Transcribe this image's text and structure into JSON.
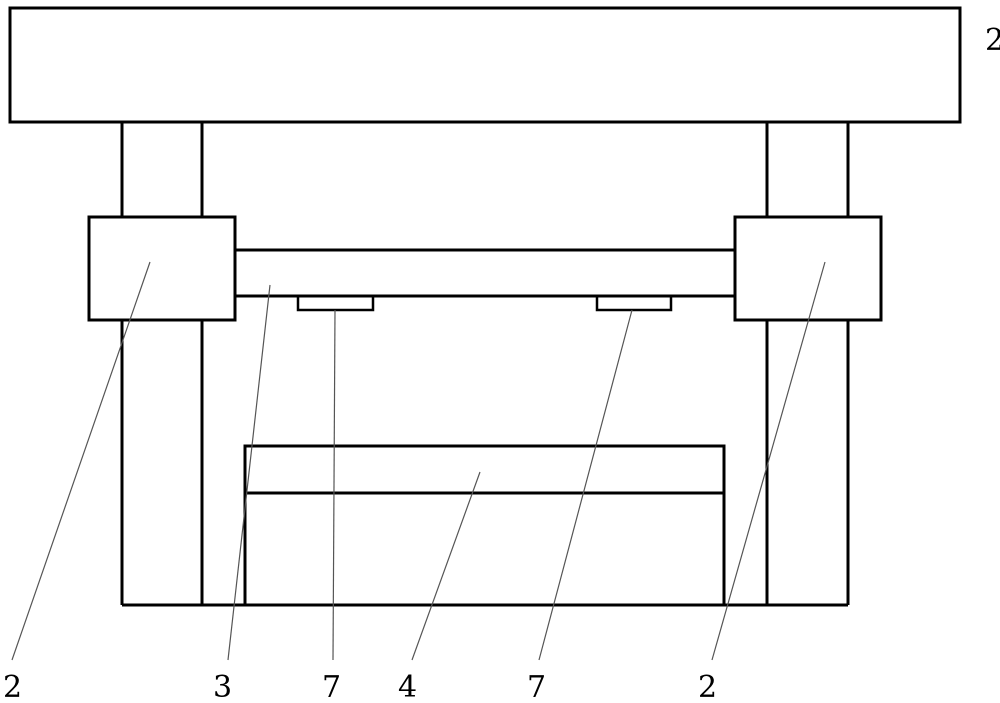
{
  "labels": {
    "top_right": "2",
    "left_slider": "2",
    "crossbeam": "3",
    "left_pad": "7",
    "table": "4",
    "right_pad": "7",
    "right_slider": "2"
  }
}
